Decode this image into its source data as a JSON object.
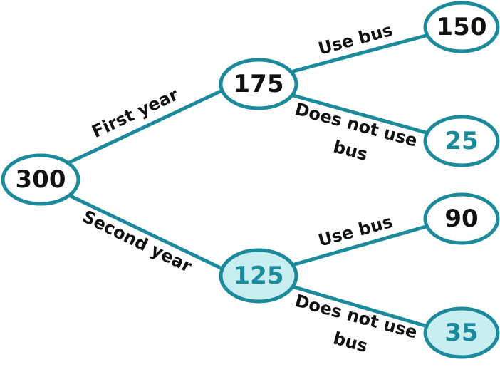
{
  "colors": {
    "line": "#1b8a9a",
    "highlight_fill": "#c8eef2",
    "plain_fill": "#ffffff",
    "dark_text": "#111111",
    "teal_text": "#1b8a9a"
  },
  "tree": {
    "root": {
      "value": "300"
    },
    "branches": [
      {
        "label": "First year",
        "node": {
          "value": "175",
          "highlight": false,
          "text_color": "dark"
        },
        "leaves": [
          {
            "label": "Use bus",
            "value": "150",
            "highlight": false,
            "text_color": "dark"
          },
          {
            "label_line1": "Does not use",
            "label_line2": "bus",
            "value": "25",
            "highlight": false,
            "text_color": "teal"
          }
        ]
      },
      {
        "label": "Second year",
        "node": {
          "value": "125",
          "highlight": true,
          "text_color": "teal"
        },
        "leaves": [
          {
            "label": "Use bus",
            "value": "90",
            "highlight": false,
            "text_color": "dark"
          },
          {
            "label_line1": "Does not use",
            "label_line2": "bus",
            "value": "35",
            "highlight": true,
            "text_color": "teal"
          }
        ]
      }
    ]
  }
}
